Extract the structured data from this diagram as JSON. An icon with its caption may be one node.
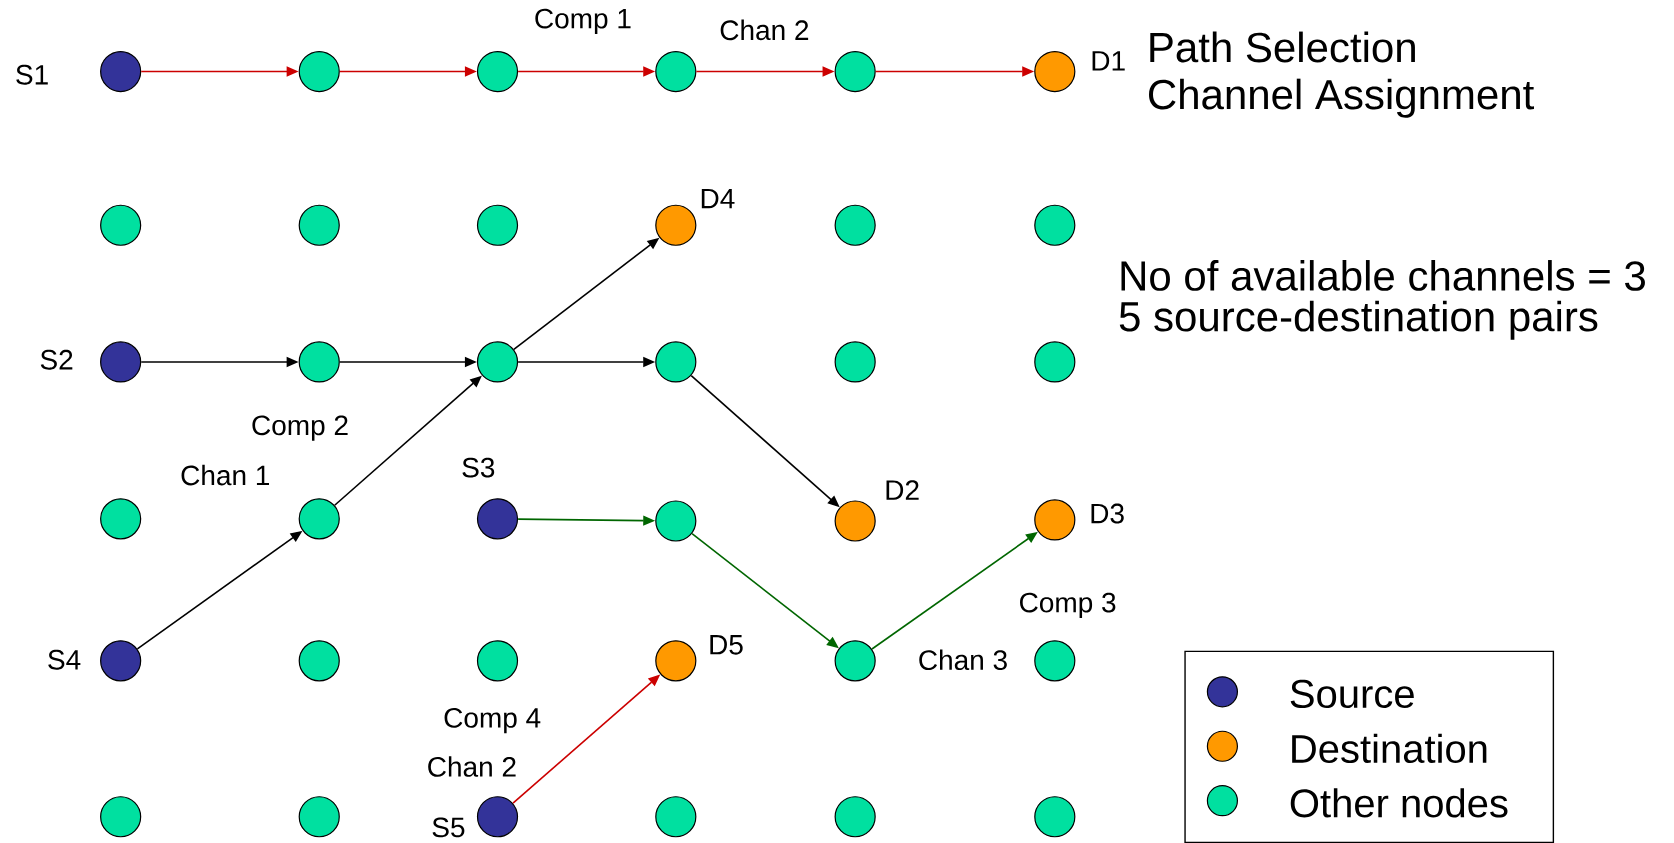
{
  "diagram": {
    "nodes": [
      {
        "text": [],
        "shape": "circle",
        "beside": [
          "S1"
        ]
      },
      {
        "text": [],
        "shape": "circle"
      },
      {
        "text": [],
        "shape": "circle"
      },
      {
        "text": [],
        "shape": "circle"
      },
      {
        "text": [],
        "shape": "circle"
      },
      {
        "text": [],
        "shape": "circle",
        "beside": [
          "D1"
        ]
      },
      {
        "text": [],
        "shape": "circle"
      },
      {
        "text": [],
        "shape": "circle"
      },
      {
        "text": [],
        "shape": "circle"
      },
      {
        "text": [],
        "shape": "circle",
        "beside": [
          "D4"
        ]
      },
      {
        "text": [],
        "shape": "circle"
      },
      {
        "text": [],
        "shape": "circle"
      },
      {
        "text": [],
        "shape": "circle",
        "beside": [
          "S2"
        ]
      },
      {
        "text": [],
        "shape": "circle"
      },
      {
        "text": [],
        "shape": "circle"
      },
      {
        "text": [],
        "shape": "circle"
      },
      {
        "text": [],
        "shape": "circle"
      },
      {
        "text": [],
        "shape": "circle"
      },
      {
        "text": [],
        "shape": "circle"
      },
      {
        "text": [],
        "shape": "circle"
      },
      {
        "text": [],
        "shape": "circle",
        "beside": [
          "S3"
        ]
      },
      {
        "text": [],
        "shape": "circle"
      },
      {
        "text": [],
        "shape": "circle",
        "beside": [
          "D2"
        ]
      },
      {
        "text": [],
        "shape": "circle",
        "beside": [
          "D3"
        ]
      },
      {
        "text": [],
        "shape": "circle",
        "beside": [
          "S4"
        ]
      },
      {
        "text": [],
        "shape": "circle"
      },
      {
        "text": [],
        "shape": "circle"
      },
      {
        "text": [],
        "shape": "circle",
        "beside": [
          "D5"
        ]
      },
      {
        "text": [],
        "shape": "circle"
      },
      {
        "text": [],
        "shape": "circle"
      },
      {
        "text": [],
        "shape": "circle"
      },
      {
        "text": [],
        "shape": "circle"
      },
      {
        "text": [],
        "shape": "circle",
        "beside": [
          "S5"
        ]
      },
      {
        "text": [],
        "shape": "circle"
      },
      {
        "text": [],
        "shape": "circle"
      },
      {
        "text": [],
        "shape": "circle"
      }
    ],
    "edges": [
      {
        "from": 0,
        "to": 1,
        "arrow": "to",
        "color": "#cc0000"
      },
      {
        "from": 1,
        "to": 2,
        "arrow": "to",
        "color": "#cc0000"
      },
      {
        "from": 2,
        "to": 3,
        "arrow": "to",
        "color": "#cc0000"
      },
      {
        "from": 3,
        "to": 4,
        "arrow": "to",
        "color": "#cc0000"
      },
      {
        "from": 4,
        "to": 5,
        "arrow": "to",
        "color": "#cc0000"
      },
      {
        "from": 12,
        "to": 13,
        "arrow": "to"
      },
      {
        "from": 13,
        "to": 14,
        "arrow": "to"
      },
      {
        "from": 14,
        "to": 9,
        "arrow": "to"
      },
      {
        "from": 14,
        "to": 15,
        "arrow": "to"
      },
      {
        "from": 15,
        "to": 22,
        "arrow": "to"
      },
      {
        "from": 24,
        "to": 19,
        "arrow": "to"
      },
      {
        "from": 19,
        "to": 14,
        "arrow": "to"
      },
      {
        "from": 20,
        "to": 21,
        "arrow": "to",
        "color": "#006600"
      },
      {
        "from": 21,
        "to": 28,
        "arrow": "to",
        "color": "#006600"
      },
      {
        "from": 28,
        "to": 23,
        "arrow": "to",
        "color": "#006600"
      },
      {
        "from": 32,
        "to": 27,
        "arrow": "to",
        "color": "#cc0000"
      }
    ],
    "labels": [
      "Comp 1",
      "Chan 2",
      "Path Selection",
      "Channel Assignment",
      "No of available channels = 3",
      "5 source-destination pairs",
      "Comp 2",
      "Chan 1",
      "Comp 3",
      "Chan 3",
      "Comp 4",
      "Chan 2"
    ],
    "legend": [
      {
        "text": "Source",
        "color": "#333399"
      },
      {
        "text": "Destination",
        "color": "#ff9900"
      },
      {
        "text": "Other nodes",
        "color": "#00e0a0"
      }
    ]
  }
}
